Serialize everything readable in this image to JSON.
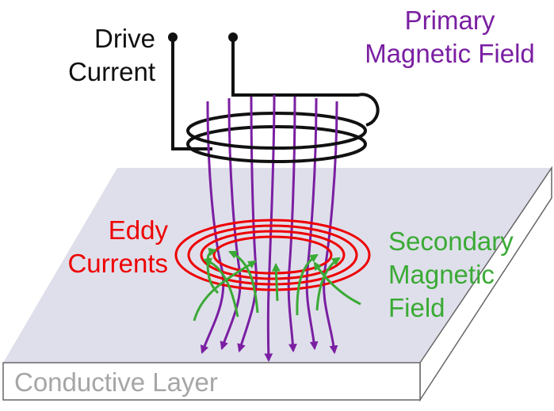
{
  "labels": {
    "drive_current": [
      "Drive",
      "Current"
    ],
    "primary_field": [
      "Primary",
      "Magnetic Field"
    ],
    "eddy_currents": [
      "Eddy",
      "Currents"
    ],
    "secondary_field": [
      "Secondary",
      "Magnetic",
      "Field"
    ],
    "conductive_layer": "Conductive Layer"
  },
  "colors": {
    "drive": "#111111",
    "primary": "#7a1fa2",
    "eddy": "#ee0000",
    "secondary": "#3aaa35",
    "layer_top": "#dfdfeb",
    "layer_text": "#a6a6a6"
  }
}
